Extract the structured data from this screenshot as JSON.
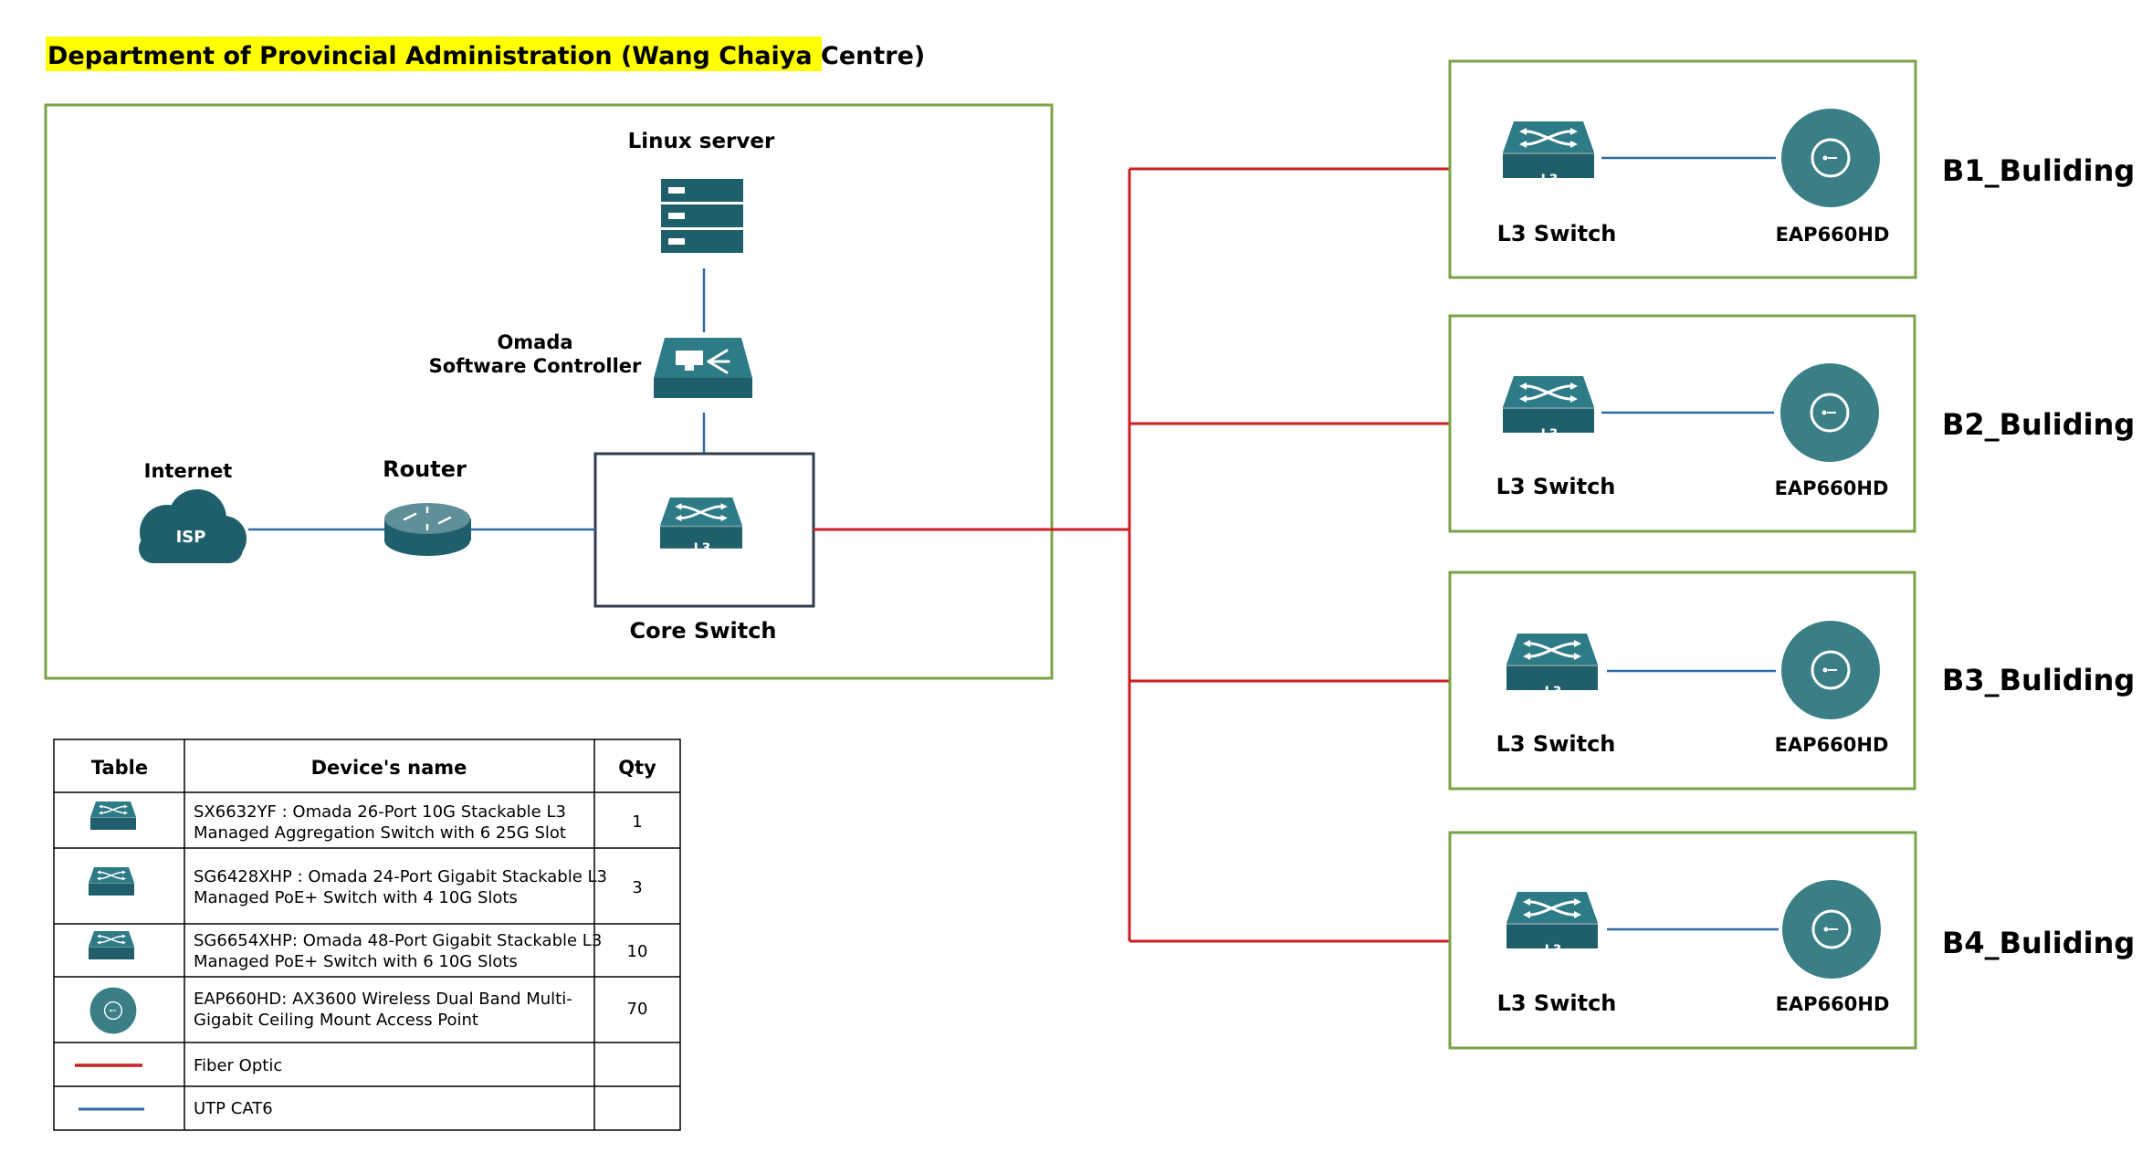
{
  "title": "Department of Provincial Administration (Wang Chaiya Centre)",
  "colors": {
    "title_highlight": "#ffff00",
    "site_border": "#78a346",
    "core_border": "#2f3d4e",
    "fiber": "#cc1f1f",
    "utp": "#2e6da4",
    "device": "#1f5f6b"
  },
  "main_site": {
    "linux_server": "Linux server",
    "controller_line1": "Omada",
    "controller_line2": "Software Controller",
    "internet": "Internet",
    "isp": "ISP",
    "router": "Router",
    "core_switch": "Core Switch",
    "switch_badge": "L3"
  },
  "buildings": [
    {
      "name": "B1_Buliding",
      "switch": "L3 Switch",
      "ap": "EAP660HD"
    },
    {
      "name": "B2_Buliding",
      "switch": "L3 Switch",
      "ap": "EAP660HD"
    },
    {
      "name": "B3_Buliding",
      "switch": "L3 Switch",
      "ap": "EAP660HD"
    },
    {
      "name": "B4_Buliding",
      "switch": "L3 Switch",
      "ap": "EAP660HD"
    }
  ],
  "table": {
    "headers": [
      "Table",
      "Device's name",
      "Qty"
    ],
    "rows": [
      {
        "icon": "l3-switch-icon",
        "name_line1": "SX6632YF : Omada 26-Port 10G Stackable L3",
        "name_line2": "Managed Aggregation Switch with 6 25G Slot",
        "qty": "1"
      },
      {
        "icon": "l3-switch-icon",
        "name_line1": "SG6428XHP : Omada 24-Port Gigabit Stackable L3",
        "name_line2": "Managed PoE+ Switch with 4 10G Slots",
        "qty": "3"
      },
      {
        "icon": "l3-switch-icon",
        "name_line1": "SG6654XHP: Omada 48-Port Gigabit Stackable L3",
        "name_line2": "Managed PoE+ Switch with 6 10G Slots",
        "qty": "10"
      },
      {
        "icon": "access-point-icon",
        "name_line1": "EAP660HD: AX3600 Wireless Dual Band Multi-",
        "name_line2": "Gigabit Ceiling Mount Access Point",
        "qty": "70"
      },
      {
        "icon": "fiber-line-icon",
        "name_line1": "Fiber Optic",
        "name_line2": "",
        "qty": ""
      },
      {
        "icon": "utp-line-icon",
        "name_line1": "UTP CAT6",
        "name_line2": "",
        "qty": ""
      }
    ]
  }
}
